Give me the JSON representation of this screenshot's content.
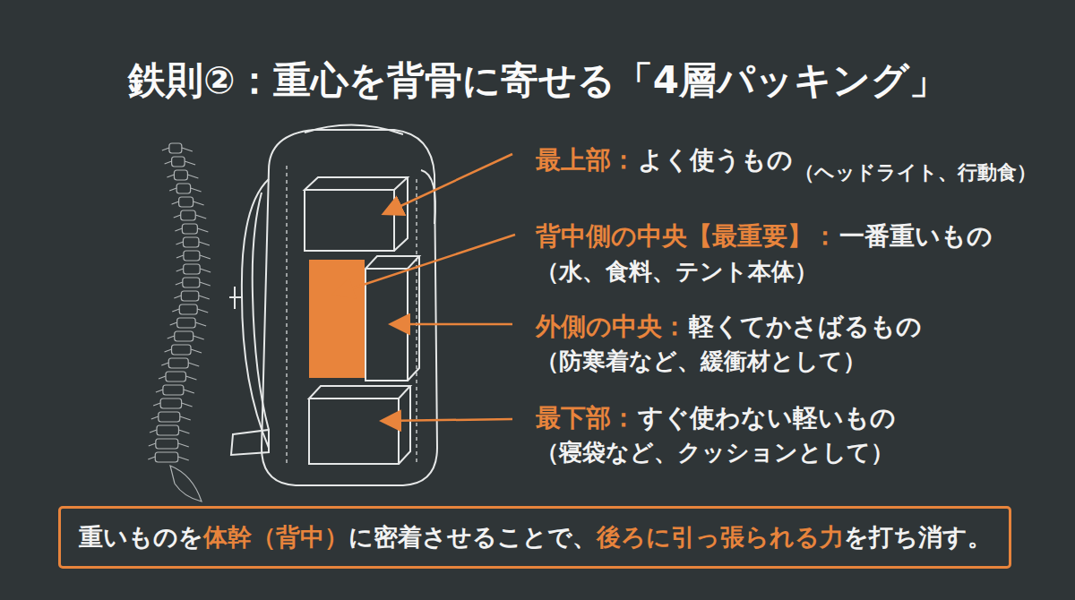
{
  "diagram": {
    "title": "鉄則②：重心を背骨に寄せる「4層パッキング」",
    "nodes": [
      {
        "text": [
          "重いものを",
          "体幹（背中）",
          "に密着させることで、",
          "後ろに引っ張られる力",
          "を打ち消す。"
        ]
      }
    ],
    "labels": [
      "最上部：",
      "よく使うもの",
      "（ヘッドライト、行動食）",
      "背中側の中央【最重要】：",
      "一番重いもの",
      "（水、食料、テント本体）",
      "外側の中央：",
      "軽くてかさばるもの",
      "（防寒着など、緩衝材として）",
      "最下部：",
      "すぐ使わない軽いもの",
      "（寝袋など、クッションとして）"
    ]
  }
}
